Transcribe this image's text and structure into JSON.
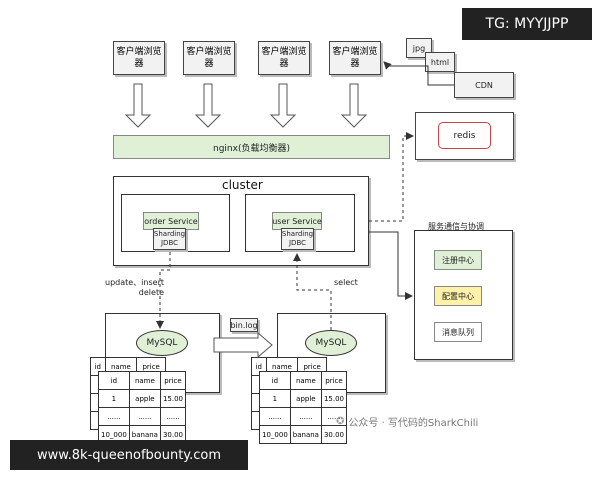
{
  "watermark_top": "TG: MYYJJPP",
  "watermark_bottom": "www.8k-queenofbounty.com",
  "credit": "公众号 · 写代码的SharkChili",
  "browsers": [
    "客户端浏览器",
    "客户端浏览器",
    "客户端浏览器",
    "客户端浏览器"
  ],
  "static_assets": [
    "jpg",
    "html"
  ],
  "cdn": "CDN",
  "nginx": "nginx(负载均衡器)",
  "redis": "redis",
  "cluster": {
    "title": "cluster",
    "services": [
      {
        "name": "order Service",
        "jdbc": "Sharding JDBC"
      },
      {
        "name": "user Service",
        "jdbc": "Sharding JDBC"
      }
    ]
  },
  "coordination": {
    "title": "服务通信与协调",
    "items": [
      "注册中心",
      "配置中心",
      "消息队列"
    ]
  },
  "edges": {
    "write": "update、insert delete",
    "read": "select",
    "binlog": "bin.log"
  },
  "mysql": [
    "MySQL",
    "MySQL"
  ],
  "table": {
    "back_header": [
      "id",
      "name",
      "price"
    ],
    "header": [
      "id",
      "name",
      "price"
    ],
    "rows": [
      [
        "1",
        "apple",
        "15.00"
      ],
      [
        "......",
        "......",
        "......"
      ],
      [
        "10_000",
        "banana",
        "30.00"
      ]
    ]
  }
}
